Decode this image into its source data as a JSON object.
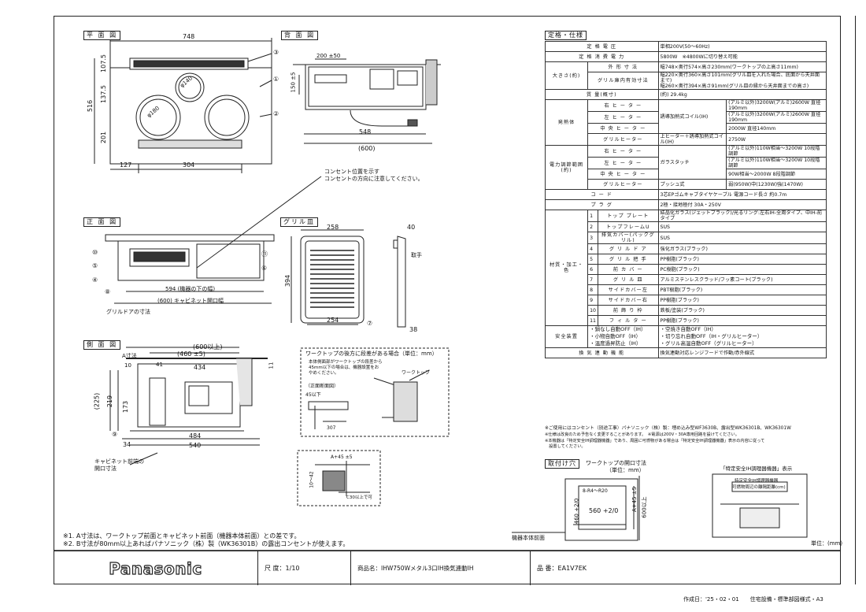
{
  "views": {
    "plan": "平 面 図",
    "back": "背 面 図",
    "front": "正 面 図",
    "grill_pan": "グリル皿",
    "side": "側 面 図"
  },
  "plan_dims": {
    "w748": "748",
    "d516": "516",
    "d107": "107.5",
    "d137": "137.5",
    "d201": "201",
    "w127": "127",
    "w304": "304",
    "phi180": "φ180",
    "phi140": "φ140"
  },
  "back_dims": {
    "w200": "200 ±50",
    "h150": "150 ±5",
    "w548": "548",
    "w600": "(600)"
  },
  "outlet_note": {
    "line1": "コンセント位置を示す",
    "line2": "コンセントの方向に注意してください。"
  },
  "front_dims": {
    "w594": "594 (機器の下の幅)",
    "w600": "(600) キャビネット開口幅",
    "grill_note": "グリルドアの寸法"
  },
  "grill_dims": {
    "w258": "258",
    "w40": "40",
    "h394": "394",
    "w254": "254",
    "w38": "38",
    "handle": "取手"
  },
  "side_dims": {
    "w600": "(600以上)",
    "w460": "(460 ±5)",
    "w434": "434",
    "a": "A寸法",
    "h10": "10",
    "h41": "41",
    "h11": "11",
    "h225": "(225)",
    "h219": "219",
    "h173": "173",
    "w34": "34",
    "w484": "484",
    "w540": "540",
    "cab_note1": "キャビネット前端の",
    "cab_note2": "開口寸法"
  },
  "worktop_box": {
    "title": "ワークトップの後方に段差がある場合（単位：mm）",
    "l1": "本体側面部がワークトップの段差から",
    "l2": "45mm以下の場合は、機器設置をお",
    "l3": "やめください。",
    "worktop": "ワークトップ",
    "section": "（正面断面図）",
    "d1": "45以下",
    "d2": "307"
  },
  "mini_box": {
    "a": "A+45 ±5",
    "b": "10〜42",
    "c": "C30以上で可"
  },
  "notes": {
    "n1": "※1. A寸法は、ワークトップ前面とキャビネット前面（機器本体前面）との差です。",
    "n2": "※2. B寸法が80mm以上あればパナソニック（株）製（WK36301B）の露出コンセントが使えます。"
  },
  "callouts": [
    "①",
    "②",
    "③",
    "④",
    "⑤",
    "⑥",
    "⑦",
    "⑧",
    "⑨",
    "⑩",
    "⑪"
  ],
  "spec": {
    "header": "定格・仕様",
    "rows": [
      {
        "label": "定 格 電 圧",
        "value": "単相200V(50〜60Hz)"
      },
      {
        "label": "定 格 消 費 電 力",
        "value": "5800W　※4800Wに切り替え可能"
      },
      {
        "label": "外 形 寸 法",
        "value": "幅748×奥行574×高さ230mm(ワークトップの上高さ11mm)"
      },
      {
        "label": "グリル庫内有効寸法",
        "value": "幅220×奥行360×高さ101mm(グリル皿を入れた場合、底面から天井面まで)"
      },
      {
        "label": "",
        "value": "幅260×奥行394×高さ91mm(グリル皿の縁から天井面までの高さ)"
      },
      {
        "label": "質 量(概寸)",
        "value": "(約) 29.4kg"
      },
      {
        "label": "右 ヒ ー タ ー",
        "mid": "誘導加熱式コイル(IH)",
        "value": "(アルミ以外)3200W(アルミ)2600W 直径190mm"
      },
      {
        "label": "左 ヒ ー タ ー",
        "mid": "",
        "value": "(アルミ以外)3200W(アルミ)2600W 直径190mm"
      },
      {
        "label": "中 央 ヒ ー タ ー",
        "mid": "",
        "value": "2000W 直径140mm"
      },
      {
        "label": "グリルヒーター",
        "mid": "上ヒーター＋誘導加熱式コイル(IH)",
        "value": "2750W"
      },
      {
        "label": "右 ヒ ー タ ー",
        "mid": "ガラスタッチ",
        "value": "(アルミ以外)110W相当〜3200W 10段階調節"
      },
      {
        "label": "左 ヒ ー タ ー",
        "mid": "",
        "value": "(アルミ以外)110W相当〜3200W 10段階調節"
      },
      {
        "label": "中 央 ヒ ー タ ー",
        "mid": "",
        "value": "90W相当〜2000W 8段階調節"
      },
      {
        "label": "グリルヒーター",
        "mid": "プッシュ式",
        "value": "弱(950W)中(1230W)強(1470W)"
      },
      {
        "label": "コ ー ド",
        "value": "3芯EPゴムキャブタイヤケーブル 電源コード長さ 約0.7m"
      },
      {
        "label": "プ ラ グ",
        "value": "2極・接地極付 30A・250V"
      },
      {
        "label": "トップフレームU",
        "value": "SUS"
      }
    ],
    "parts": [
      {
        "no": "1",
        "name": "トップ プレート",
        "mat": "結晶化ガラス(ジェットブラック)/光るリング:左右IH-全周タイプ、中IH-前タイプ"
      },
      {
        "no": "2",
        "name": "トップフレームU",
        "mat": "SUS"
      },
      {
        "no": "3",
        "name": "排気カバー(パックグリル)",
        "mat": "SUS"
      },
      {
        "no": "4",
        "name": "グ リ ル ド ア",
        "mat": "強化ガラス(ブラック)"
      },
      {
        "no": "5",
        "name": "グ リ ル 把 手",
        "mat": "PP樹脂(ブラック)"
      },
      {
        "no": "6",
        "name": "前 カ バ ー",
        "mat": "PC樹脂(ブラック)"
      },
      {
        "no": "7",
        "name": "グ リ ル 皿",
        "mat": "アルミステンレスクラッド/フッ素コート(ブラック)"
      },
      {
        "no": "8",
        "name": "サイドカバー左",
        "mat": "PBT樹脂(ブラック)"
      },
      {
        "no": "9",
        "name": "サイドカバー右",
        "mat": "PP樹脂(ブラック)"
      },
      {
        "no": "10",
        "name": "前 飾 り 枠",
        "mat": "鉄板/塗装(ブラック)"
      },
      {
        "no": "11",
        "name": "フ ィ ル タ ー",
        "mat": "PP樹脂(ブラック)"
      }
    ],
    "safety": [
      "・鍋なし自動OFF（IH）",
      "・小物自動OFF（IH）",
      "・温度過昇防止（IH）",
      "・空焼き自動OFF（IH）",
      "・切り忘れ自動OFF（IH・グリルヒーター）",
      "・グリル高温自動OFF（グリルヒーター）"
    ],
    "exhaust_label": "換 気 連 動 機 能",
    "exhaust_value": "換気連動対応レンジフードで作動/赤外線式",
    "note1": "※ご使用にはコンセント（別途工事）パナソニック（株）製：埋め込み型WF3630B、露出型WK36301B、WK36301W",
    "note2": "※仕様は改良のため予告なく変更することがあります。　※電源は200V・30A専用回路を設けてください。",
    "note3": "※本機器は「特定安全IH調理器機器」であり、周囲に可燃物がある場合は「特定安全IH調理器機器」表示の内容に従って",
    "note4": "　設置してください。"
  },
  "mount": {
    "header": "取付け穴",
    "sub": "ワークトップの開口寸法",
    "unit": "（単位：mm）",
    "r": "8-R4〜R20",
    "w": "560 +2/0",
    "d": "460 +2/0",
    "a": "A+45 ±5",
    "b": "600以上",
    "front": "機器本体前面"
  },
  "label_box": {
    "title": "「特定安全IH調理器機器」表示",
    "t1": "特定安全IH調理器機器",
    "t2": "可燃物周辺の離隔距離(cm)"
  },
  "unit_note": "単位：(mm)",
  "title_block": {
    "brand": "Panasonic",
    "scale": "尺 度：1/10",
    "name": "商品名：IHW750Wメタル3口IH換気連動IH",
    "part": "品 番：EA1V7EK",
    "footer": "作成日：'25・02・01　　住宅設備・標準部図様式・A3"
  }
}
